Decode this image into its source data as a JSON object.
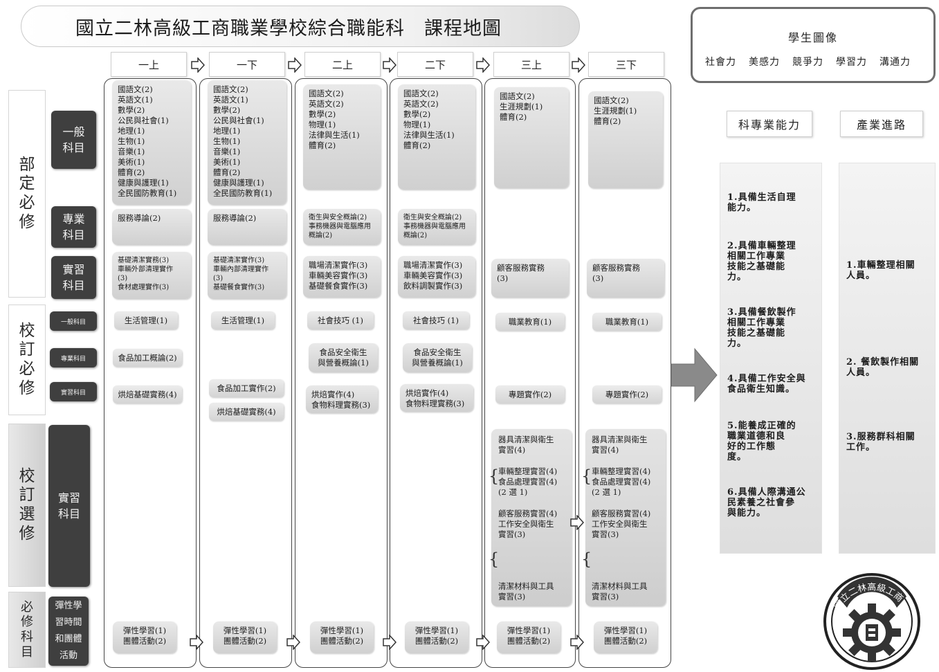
{
  "title": "國立二林高級工商職業學校綜合職能科　課程地圖",
  "semesters": [
    "一上",
    "一下",
    "二上",
    "二下",
    "三上",
    "三下"
  ],
  "left_labels": {
    "dept_required": [
      "部",
      "定",
      "必",
      "修"
    ],
    "school_required": [
      "校",
      "訂",
      "必",
      "修"
    ],
    "school_elective": [
      "校",
      "訂",
      "選",
      "修"
    ],
    "required_subject": [
      "必",
      "修",
      "科",
      "目"
    ],
    "general": [
      "一般",
      "科目"
    ],
    "professional": [
      "專業",
      "科目"
    ],
    "practice": [
      "實習",
      "科目"
    ],
    "general_small": "一般科目",
    "professional_small": "專業科目",
    "practice_small": "實習科目",
    "elective_practice": [
      "實習",
      "科目"
    ],
    "flex": [
      "彈性學",
      "習時間",
      "和團體",
      "活動"
    ]
  },
  "columns": [
    {
      "general": [
        "國語文(2)",
        "英語文(1)",
        "數學(2)",
        "公民與社會(1)",
        "地理(1)",
        "生物(1)",
        "音樂(1)",
        "美術(1)",
        "體育(2)",
        "健康與護理(1)",
        "全民國防教育(1)"
      ],
      "professional": [
        "服務導論(2)"
      ],
      "practice": [
        "基礎清潔實務(3)",
        "車輛外部清理實作",
        "(3)",
        "食材處理實作(3)"
      ],
      "school_general": "生活管理(1)",
      "school_professional": [
        "食品加工概論(2)"
      ],
      "school_practice": [
        "烘焙基礎實務(4)"
      ],
      "flex": [
        "彈性學習(1)",
        "團體活動(2)"
      ]
    },
    {
      "general": [
        "國語文(2)",
        "英語文(1)",
        "數學(2)",
        "公民與社會(1)",
        "地理(1)",
        "生物(1)",
        "音樂(1)",
        "美術(1)",
        "體育(2)",
        "健康與護理(1)",
        "全民國防教育(1)"
      ],
      "professional": [
        "服務導論(2)"
      ],
      "practice": [
        "基礎清潔實作(3)",
        "車輛內部清理實作",
        "(3)",
        "基礎餐食實作(3)"
      ],
      "school_general": "生活管理(1)",
      "school_practice": [
        "食品加工實作(2)",
        "烘焙基礎實務(4)"
      ],
      "flex": [
        "彈性學習(1)",
        "團體活動(2)"
      ]
    },
    {
      "general": [
        "國語文(2)",
        "英語文(2)",
        "數學(2)",
        "物理(1)",
        "法律與生活(1)",
        "體育(2)"
      ],
      "professional": [
        "衛生與安全概論(2)",
        "事務機器與電腦應用",
        "概論(2)"
      ],
      "practice": [
        "職場清潔實作(3)",
        "車輛美容實作(3)",
        "基礎餐食實作(3)"
      ],
      "school_general": "社會技巧 (1)",
      "school_professional": [
        "食品安全衛生",
        "與營養概論(1)"
      ],
      "school_practice": [
        "烘焙實作(4)",
        "食物料理實務(3)"
      ],
      "flex": [
        "彈性學習(1)",
        "團體活動(2)"
      ]
    },
    {
      "general": [
        "國語文(2)",
        "英語文(2)",
        "數學(2)",
        "物理(1)",
        "法律與生活(1)",
        "體育(2)"
      ],
      "professional": [
        "衛生與安全概論(2)",
        "事務機器與電腦應用",
        "概論(2)"
      ],
      "practice": [
        "職場清潔實作(3)",
        "車輛美容實作(3)",
        "飲料調製實作(3)"
      ],
      "school_general": "社會技巧 (1)",
      "school_professional": [
        "食品安全衛生",
        "與營養概論(1)"
      ],
      "school_practice": [
        "烘焙實作(4)",
        "食物料理實務(3)"
      ],
      "flex": [
        "彈性學習(1)",
        "團體活動(2)"
      ]
    },
    {
      "general": [
        "國語文(2)",
        "生涯規劃(1)",
        "體育(2)"
      ],
      "practice": [
        "顧客服務實務",
        "(3)"
      ],
      "school_general": "職業教育(1)",
      "school_practice": [
        "專題實作(2)"
      ],
      "elective": {
        "a": [
          "器具清潔與衛生",
          "實習(4)"
        ],
        "b": [
          "車輛整理實習(4)",
          "食品處理實習(4)",
          "(2 選 1)"
        ],
        "c": [
          "顧客服務實習(4)",
          "工作安全與衛生",
          "實習(3)"
        ],
        "d": [
          "清潔材料與工具",
          "實習(3)"
        ]
      },
      "flex": [
        "彈性學習(1)",
        "團體活動(2)"
      ]
    },
    {
      "general": [
        "國語文(2)",
        "生涯規劃(1)",
        "體育(2)"
      ],
      "practice": [
        "顧客服務實務",
        "(3)"
      ],
      "school_general": "職業教育(1)",
      "school_practice": [
        "專題實作(2)"
      ],
      "elective": {
        "a": [
          "器具清潔與衛生",
          "實習(4)"
        ],
        "b": [
          "車輛整理實習(4)",
          "食品處理實習(4)",
          "(2 選 1)"
        ],
        "c": [
          "顧客服務實習(4)",
          "工作安全與衛生",
          "實習(3)"
        ],
        "d": [
          "清潔材料與工具",
          "實習(3)"
        ]
      },
      "flex": [
        "彈性學習(1)",
        "團體活動(2)"
      ]
    }
  ],
  "portrait": {
    "title": "學生圖像",
    "items": [
      "社會力",
      "美感力",
      "競爭力",
      "學習力",
      "溝通力"
    ]
  },
  "abilities": {
    "title": "科專業能力",
    "items": [
      [
        "1.具備生活自理",
        "能力。"
      ],
      [
        "2.具備車輛整理",
        "相關工作專業",
        "技能之基礎能",
        "力。"
      ],
      [
        "3.具備餐飲製作",
        "相關工作專業",
        "技能之基礎能",
        "力。"
      ],
      [
        "4.具備工作安全與",
        "食品衛生知識。"
      ],
      [
        "5.能養成正確的",
        "職業道德和良",
        "好的工作態",
        "度。"
      ],
      [
        "6.具備人際溝通公",
        "民素養之社會參",
        "與能力。"
      ]
    ]
  },
  "career": {
    "title": "產業進路",
    "items": [
      [
        "1.車輛整理相關",
        "人員。"
      ],
      [
        "2. 餐飲製作相關",
        "人員。"
      ],
      [
        "3.服務群科相關",
        "工作。"
      ]
    ]
  },
  "seal_text": "國立二林高級工商"
}
